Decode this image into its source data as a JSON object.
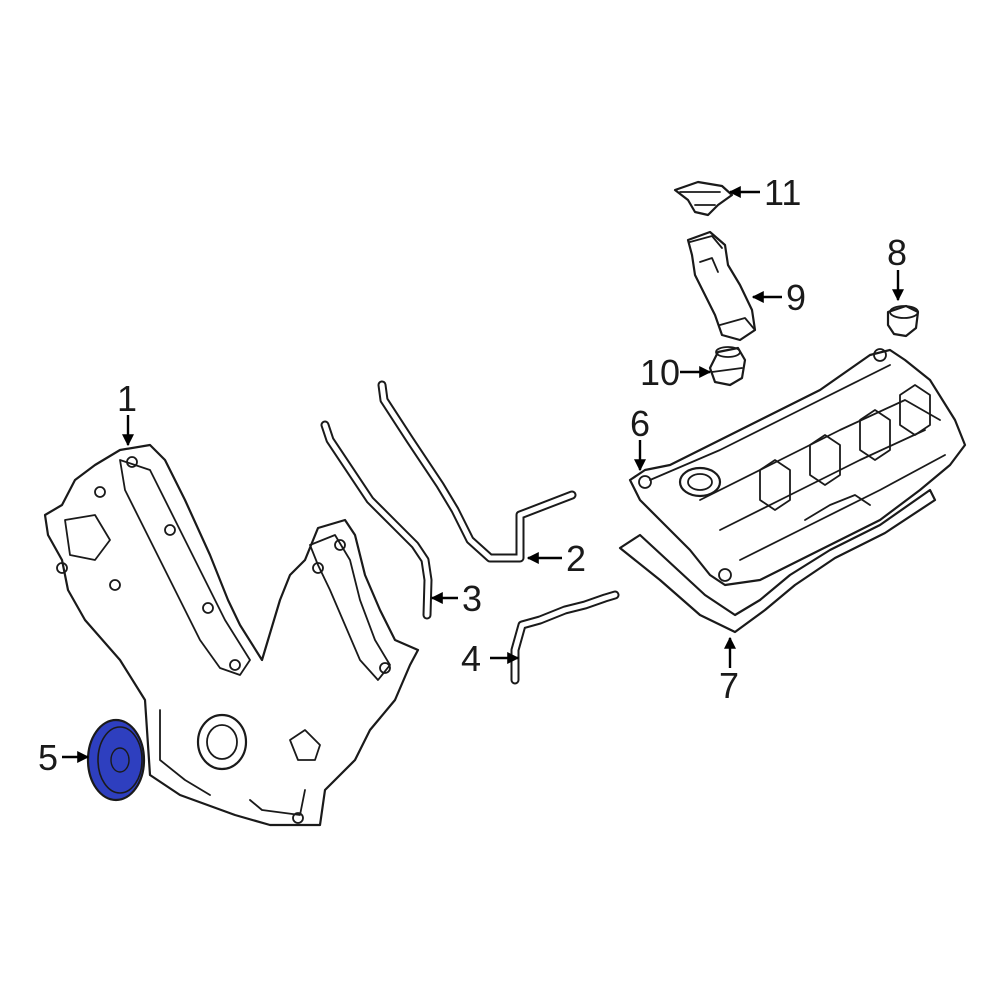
{
  "diagram": {
    "highlight_color": "#2e3fbf",
    "line_color": "#1a1a1a",
    "callouts": [
      {
        "id": "1",
        "label": "1"
      },
      {
        "id": "2",
        "label": "2"
      },
      {
        "id": "3",
        "label": "3"
      },
      {
        "id": "4",
        "label": "4"
      },
      {
        "id": "5",
        "label": "5"
      },
      {
        "id": "6",
        "label": "6"
      },
      {
        "id": "7",
        "label": "7"
      },
      {
        "id": "8",
        "label": "8"
      },
      {
        "id": "9",
        "label": "9"
      },
      {
        "id": "10",
        "label": "10"
      },
      {
        "id": "11",
        "label": "11"
      }
    ]
  }
}
